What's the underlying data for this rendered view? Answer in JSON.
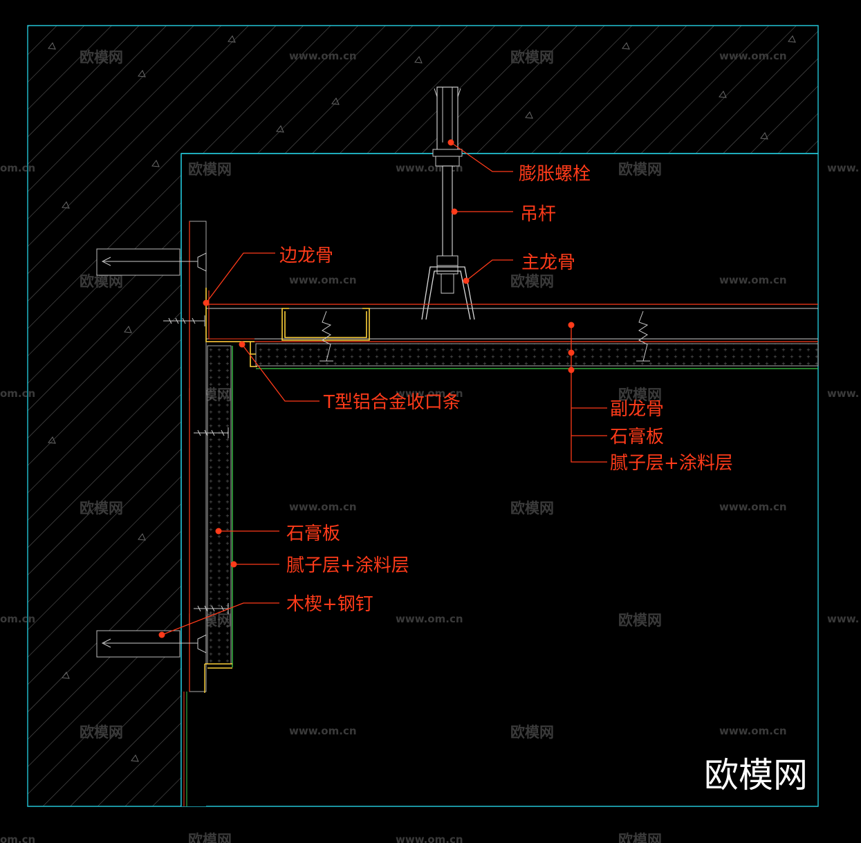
{
  "labels": {
    "expansion_bolt": "膨胀螺栓",
    "hanger_rod": "吊杆",
    "main_keel": "主龙骨",
    "edge_keel": "边龙骨",
    "t_trim": "T型铝合金收口条",
    "sub_keel": "副龙骨",
    "gypsum_board_ceiling": "石膏板",
    "putty_paint_ceiling": "腻子层+涂料层",
    "gypsum_board_wall": "石膏板",
    "putty_paint_wall": "腻子层+涂料层",
    "wood_wedge_nail": "木楔+钢钉"
  },
  "watermark": {
    "cn": "欧模网",
    "url": "www.om.cn",
    "url_partial": "om.cn",
    "url_prefix": "www."
  },
  "brand": "欧模网",
  "colors": {
    "background": "#000000",
    "frame": "#22c4d6",
    "annotation": "#ff3b1a",
    "keel": "#ffd23a",
    "watermark": "#3a3a3a",
    "board": "#b0b0b0"
  }
}
